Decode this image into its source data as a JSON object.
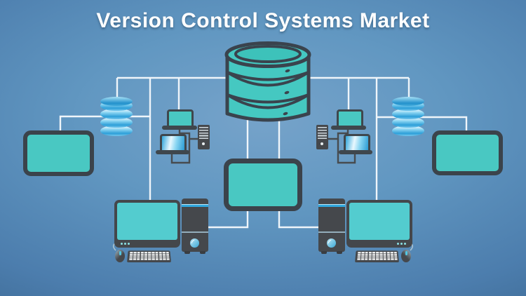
{
  "title": "Version Control Systems Market",
  "colors": {
    "bg_center": "#76A3CA",
    "bg_edge": "#325C85",
    "accent_teal": "#49C8C2",
    "screen_teal": "#53CCCF",
    "device_gray": "#45484C",
    "frame_dark": "#3B434B",
    "glossy_blue": "#2FA7DE",
    "line_white": "#EFF5FA",
    "connector_gray": "#474B4F",
    "db_teal": "#45C8C1",
    "db_outline": "#3A434D",
    "title_color": "#FFFFFF"
  },
  "diagram": {
    "nodes": [
      {
        "id": "central-database",
        "icon": "database-cylinder-icon"
      },
      {
        "id": "left-database",
        "icon": "database-stack-icon"
      },
      {
        "id": "right-database",
        "icon": "database-stack-icon"
      },
      {
        "id": "left-workstations",
        "icon": "two-monitors-with-server-icon"
      },
      {
        "id": "right-workstations",
        "icon": "two-monitors-with-server-icon"
      },
      {
        "id": "left-tablet",
        "icon": "tablet-icon"
      },
      {
        "id": "central-tablet",
        "icon": "tablet-icon"
      },
      {
        "id": "right-tablet",
        "icon": "tablet-icon"
      },
      {
        "id": "left-desktop-computer",
        "icon": "desktop-with-tower-keyboard-mouse-icon"
      },
      {
        "id": "right-desktop-computer",
        "icon": "desktop-with-tower-keyboard-mouse-icon"
      }
    ]
  }
}
